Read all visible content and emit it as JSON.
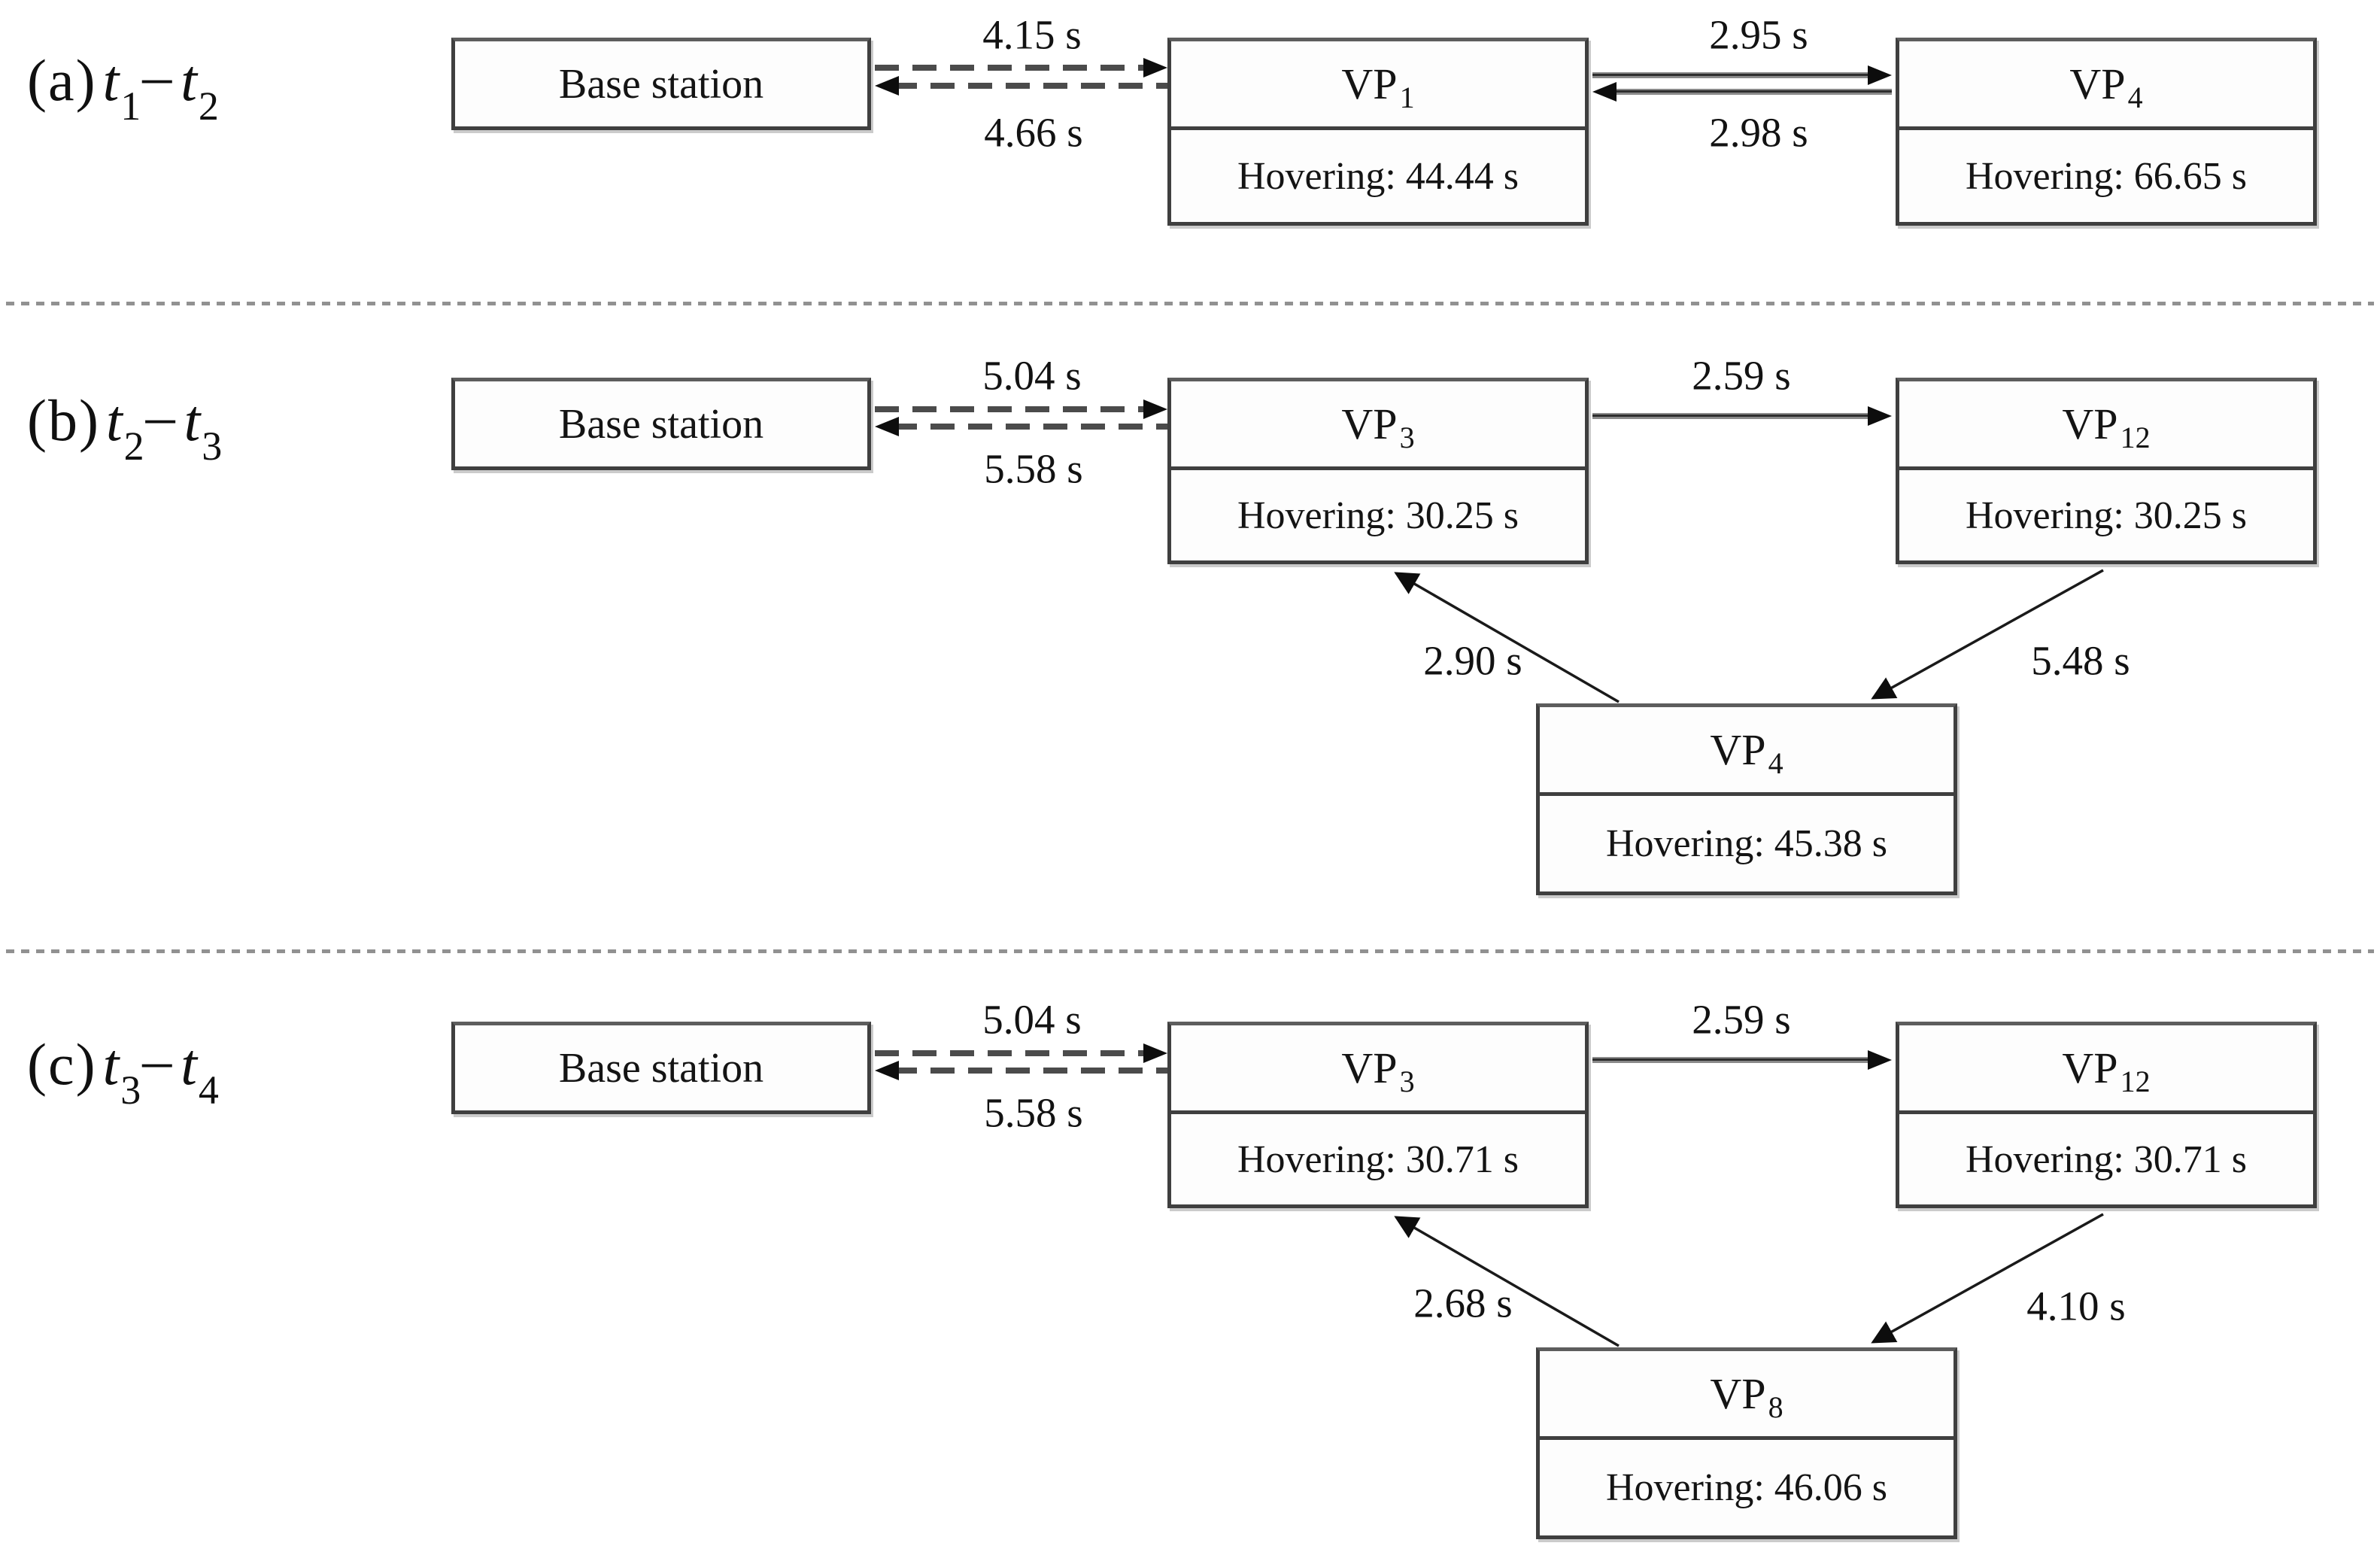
{
  "figure": {
    "panels": [
      {
        "label": {
          "prefix": "(a)",
          "t_a": "t",
          "t_a_sub": "1",
          "sep": "–",
          "t_b": "t",
          "t_b_sub": "2"
        },
        "base_station_label": "Base station",
        "uplink_label": "4.15 s",
        "downlink_label": "4.66 s",
        "hop_forward_label": "2.95 s",
        "hop_back_label": "2.98 s",
        "nodes": [
          {
            "base": "VP",
            "sub": "1",
            "hovering": "Hovering: 44.44 s"
          },
          {
            "base": "VP",
            "sub": "4",
            "hovering": "Hovering: 66.65 s"
          }
        ]
      },
      {
        "label": {
          "prefix": "(b)",
          "t_a": "t",
          "t_a_sub": "2",
          "sep": "–",
          "t_b": "t",
          "t_b_sub": "3"
        },
        "base_station_label": "Base station",
        "uplink_label": "5.04 s",
        "downlink_label": "5.58 s",
        "hop_forward_label": "2.59 s",
        "diag_up_label": "2.90 s",
        "diag_down_label": "5.48 s",
        "nodes": [
          {
            "base": "VP",
            "sub": "3",
            "hovering": "Hovering: 30.25 s"
          },
          {
            "base": "VP",
            "sub": "12",
            "hovering": "Hovering: 30.25 s"
          },
          {
            "base": "VP",
            "sub": "4",
            "hovering": "Hovering: 45.38 s"
          }
        ]
      },
      {
        "label": {
          "prefix": "(c)",
          "t_a": "t",
          "t_a_sub": "3",
          "sep": "–",
          "t_b": "t",
          "t_b_sub": "4"
        },
        "base_station_label": "Base station",
        "uplink_label": "5.04 s",
        "downlink_label": "5.58 s",
        "hop_forward_label": "2.59 s",
        "diag_up_label": "2.68 s",
        "diag_down_label": "4.10 s",
        "nodes": [
          {
            "base": "VP",
            "sub": "3",
            "hovering": "Hovering: 30.71 s"
          },
          {
            "base": "VP",
            "sub": "12",
            "hovering": "Hovering: 30.71 s"
          },
          {
            "base": "VP",
            "sub": "8",
            "hovering": "Hovering: 46.06 s"
          }
        ]
      }
    ]
  }
}
